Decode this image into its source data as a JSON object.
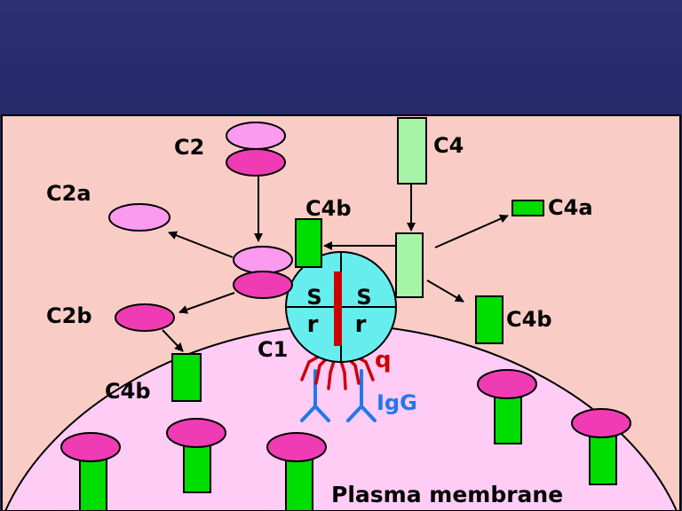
{
  "colors": {
    "title_bar": "#262c6c",
    "panel": "#f9cdc6",
    "cell": "#ffccf5",
    "magenta": "#f03cb4",
    "light_pink": "#fc9af0",
    "green": "#00dd00",
    "light_green": "#a6f5a6",
    "cyan": "#66eeee",
    "red": "#cc0000",
    "blue": "#2277ee"
  },
  "labels": {
    "c2": "C2",
    "c2a": "C2a",
    "c2b": "C2b",
    "c4": "C4",
    "c4a": "C4a",
    "c4b_top": "C4b",
    "c4b_right": "C4b",
    "c4b_left": "C4b",
    "c1": "C1",
    "q": "q",
    "igg": "IgG",
    "plasma_membrane": "Plasma membrane"
  },
  "c1_subunits": {
    "top_left": "S",
    "top_right": "S",
    "bottom_left": "r",
    "bottom_right": "r"
  }
}
